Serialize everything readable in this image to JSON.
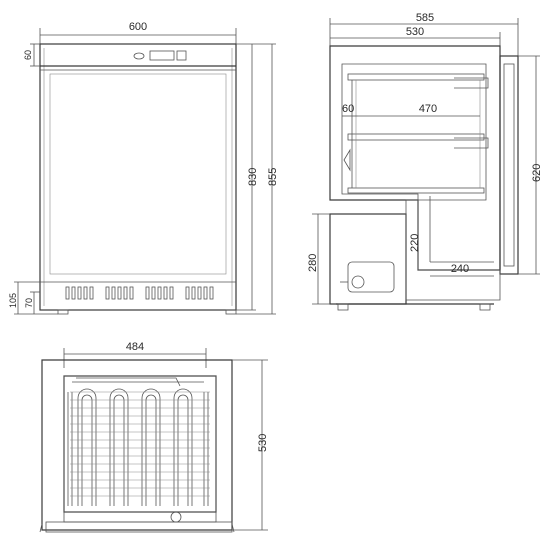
{
  "front_view": {
    "width_dim": "600",
    "top_panel_dim": "60",
    "body_height_dim": "830",
    "total_height_dim": "855",
    "leg_height_dim": "105",
    "kick_dim": "70"
  },
  "side_view": {
    "depth_total_dim": "585",
    "depth_body_dim": "530",
    "shelf_offset_dim": "60",
    "shelf_depth_dim": "470",
    "door_height_dim": "620",
    "compressor_bay_height_dim": "220",
    "compressor_bay_depth_dim": "240",
    "base_height_dim": "280"
  },
  "top_view": {
    "inner_width_dim": "484",
    "depth_dim": "530"
  }
}
